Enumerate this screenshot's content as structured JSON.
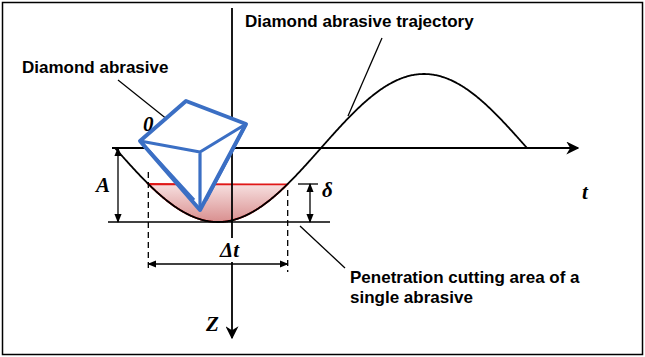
{
  "diagram": {
    "labels": [
      "Diamond abrasive trajectory",
      "Diamond abrasive",
      "0",
      "t",
      "A",
      "δ",
      "Δt",
      "Penetration cutting area of a single abrasive",
      "Z"
    ]
  }
}
